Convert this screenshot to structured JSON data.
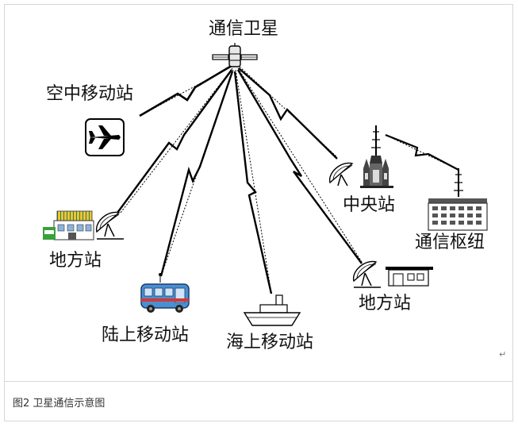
{
  "labels": {
    "satellite": "通信卫星",
    "air_station": "空中移动站",
    "central_station": "中央站",
    "hub": "通信枢纽",
    "ground_station_left": "地方站",
    "ground_station_right": "地方站",
    "land_mobile": "陆上移动站",
    "sea_mobile": "海上移动站"
  },
  "caption": "图2  卫星通信示意图",
  "return_mark": "↵"
}
